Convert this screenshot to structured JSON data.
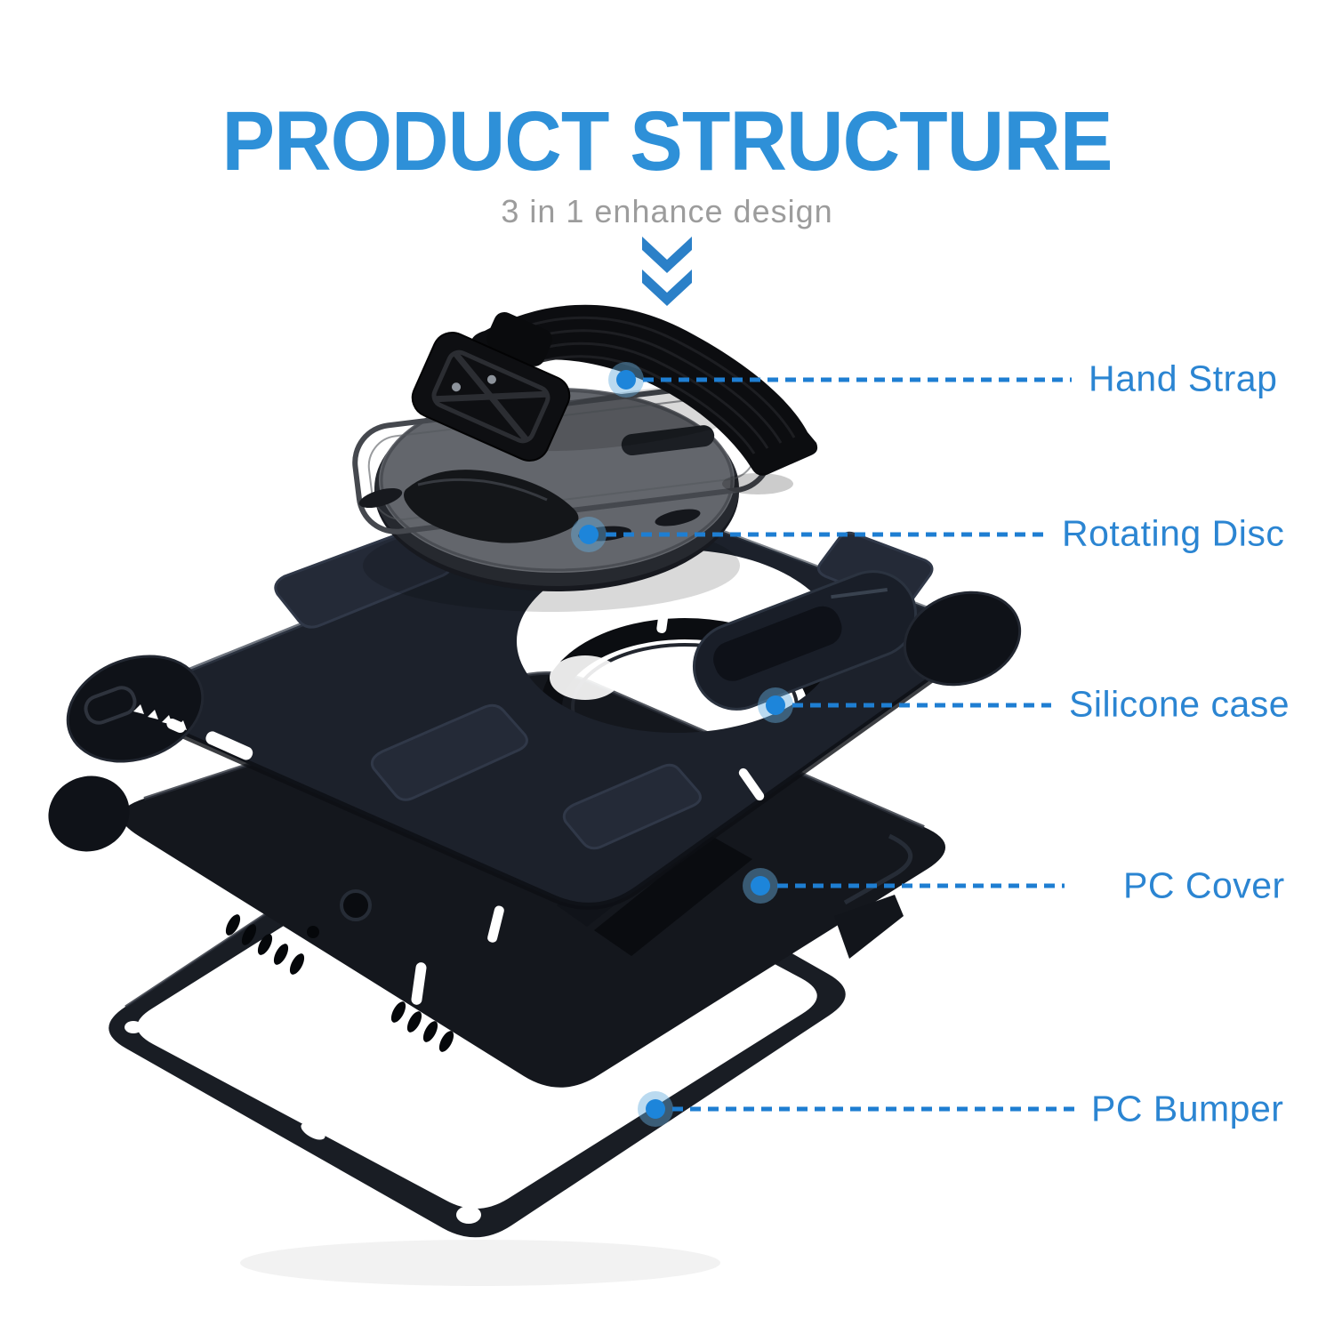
{
  "title": "PRODUCT STRUCTURE",
  "subtitle": "3 in 1 enhance design",
  "callouts": [
    {
      "id": "hand-strap",
      "label": "Hand Strap"
    },
    {
      "id": "rotating-disc",
      "label": "Rotating Disc"
    },
    {
      "id": "silicone-case",
      "label": "Silicone case"
    },
    {
      "id": "pc-cover",
      "label": "PC Cover"
    },
    {
      "id": "pc-bumper",
      "label": "PC Bumper"
    }
  ],
  "icons": {
    "down_arrows": "double-chevron-down",
    "anchor_dot": "blue-dot"
  },
  "colors": {
    "title_blue": "#2e90d8",
    "label_blue": "#2b85d2",
    "leader_line_blue": "#1e7ed2",
    "chevron_blue": "#2b80c8",
    "subtitle_gray": "#9c9c9c",
    "product_black": "#14171d",
    "disc_gray": "#63666c"
  }
}
